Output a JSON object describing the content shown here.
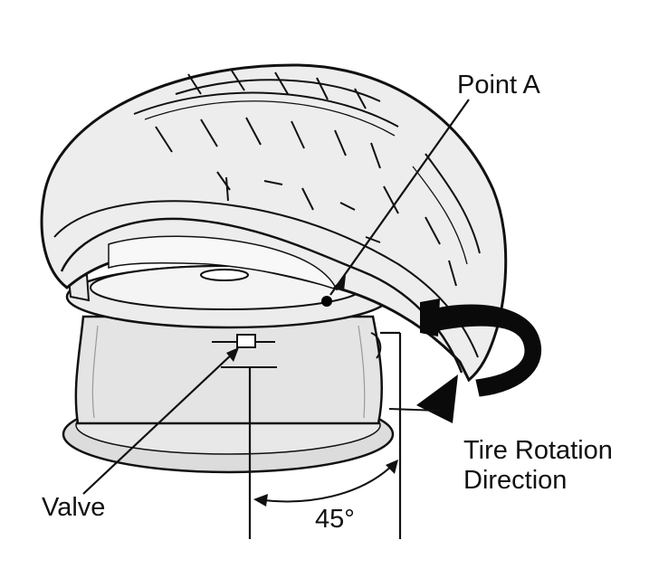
{
  "labels": {
    "point_a": "Point A",
    "rotation_line1": "Tire Rotation",
    "rotation_line2": "Direction",
    "valve": "Valve",
    "angle": "45°"
  },
  "colors": {
    "outline": "#111111",
    "tire_fill": "#ededed",
    "wheel_fill": "#e4e4e4",
    "inner_fill": "#f6f6f6",
    "arrow_fill": "#0a0a0a"
  }
}
